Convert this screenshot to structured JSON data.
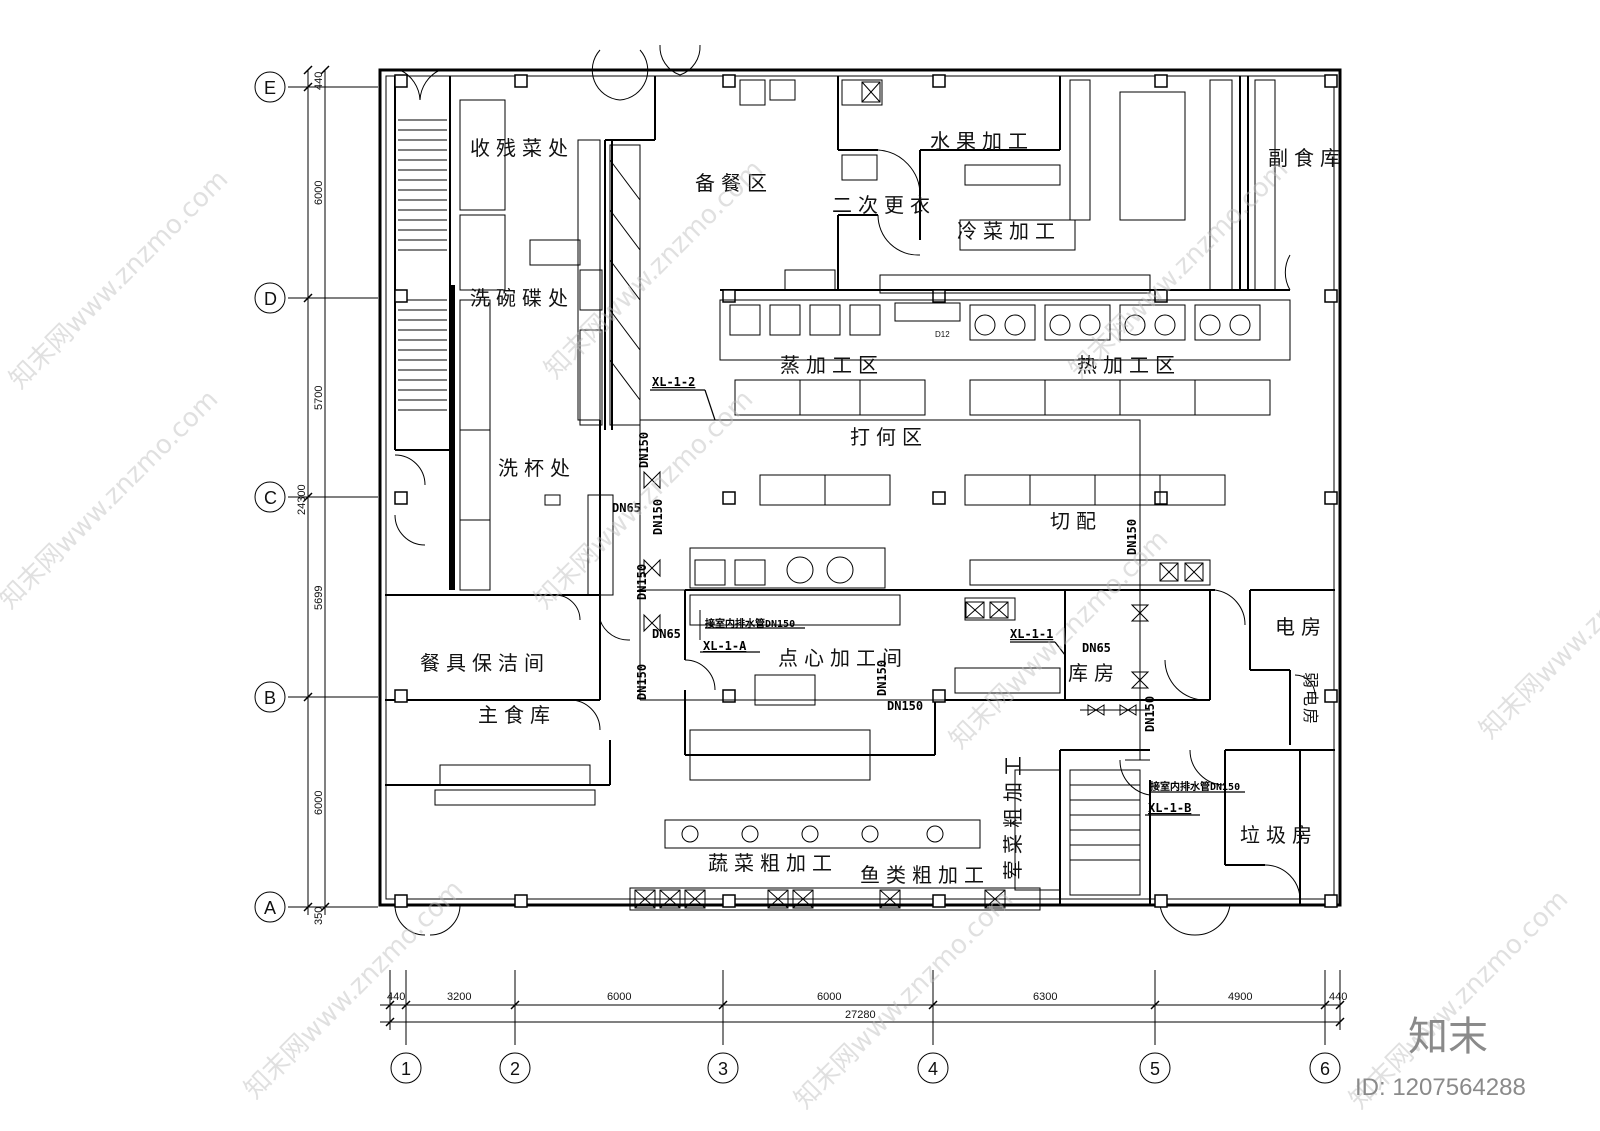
{
  "rooms": {
    "shoucancai": "收残菜处",
    "beican": "备餐区",
    "shuiguo": "水果加工",
    "fushiku": "副食库",
    "erci": "二次更衣",
    "lengcai": "冷菜加工",
    "xiwandie": "洗碗碟处",
    "zheng": "蒸加工区",
    "re": "热加工区",
    "dahe": "打何区",
    "xibei": "洗杯处",
    "qiepei": "切配",
    "dianfang": "电房",
    "canju": "餐具保洁间",
    "dianxin": "点心加工间",
    "kufang": "库房",
    "ruodian": "弱电房",
    "zhushiku": "主食库",
    "qinrou": "荤菜粗加工",
    "laji": "垃圾房",
    "shucai": "蔬菜粗加工",
    "yulei": "鱼类粗加工"
  },
  "pipes": {
    "xl12": "XL-1-2",
    "xl11": "XL-1-1",
    "xl1a": "XL-1-A",
    "xl1b": "XL-1-B",
    "dn150": "DN150",
    "dn65": "DN65",
    "dn150b": "DN150",
    "dn150c": "DN150",
    "dn150d": "DN150",
    "dn150e": "DN150",
    "dn150f": "DN150",
    "dn150g": "DN150",
    "dn65b": "DN65",
    "dn65c": "DN65",
    "dn150h": "DN150",
    "dn150i": "DN150",
    "annA": "接室内排水管DN150",
    "annB": "接室内排水管DN150",
    "d12": "D12"
  },
  "grid_rows": [
    "E",
    "D",
    "C",
    "B",
    "A"
  ],
  "grid_cols": [
    "1",
    "2",
    "3",
    "4",
    "5",
    "6"
  ],
  "dims_vertical": [
    "440",
    "6000",
    "5700",
    "24300",
    "5699",
    "6000",
    "350"
  ],
  "dims_horizontal": [
    "440",
    "3200",
    "6000",
    "6000",
    "6300",
    "4900",
    "440"
  ],
  "dims_total": "27280",
  "watermark": {
    "site": "知末网www.znzmo.com",
    "brand": "知末",
    "image_id": "ID: 1207564288"
  }
}
